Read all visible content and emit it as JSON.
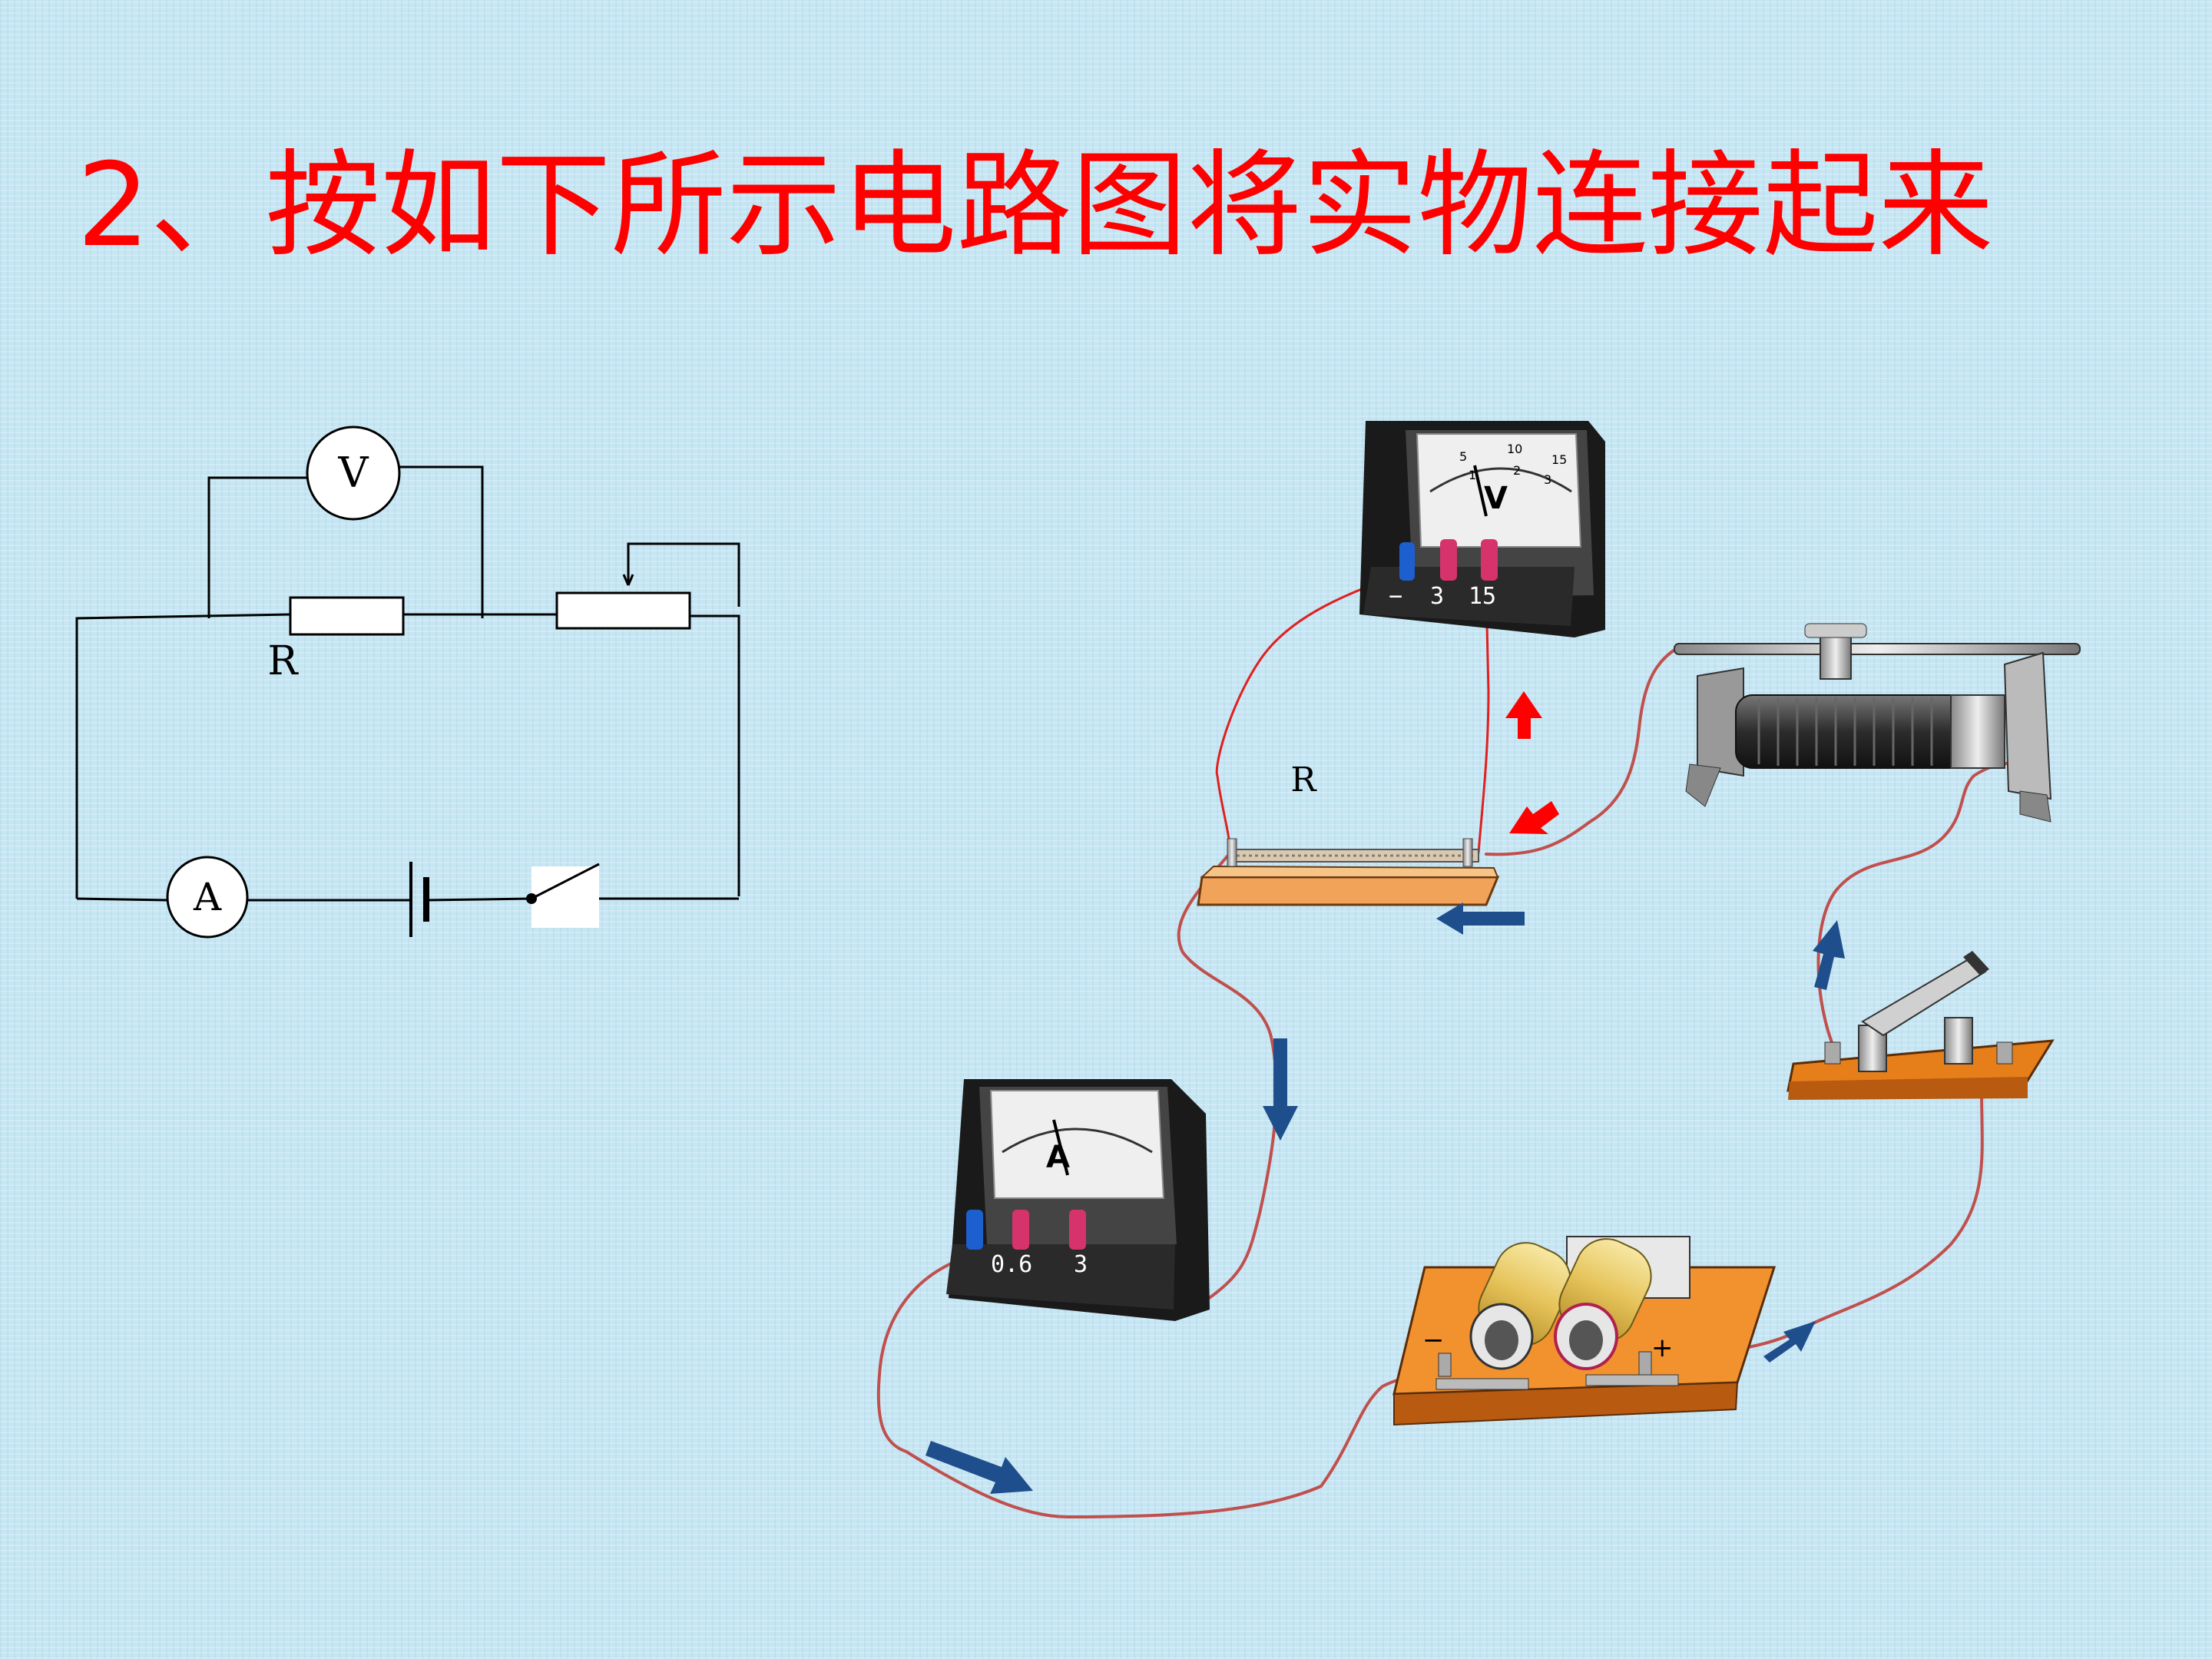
{
  "title": "2、按如下所示电路图将实物连接起来",
  "schematic": {
    "voltmeter_symbol": "V",
    "ammeter_symbol": "A",
    "resistor_label": "R"
  },
  "apparatus": {
    "voltmeter": {
      "needle_label": "V",
      "terminals": [
        "−",
        "3",
        "15"
      ],
      "scale_ticks": [
        "5",
        "10",
        "15",
        "1",
        "2",
        "3"
      ]
    },
    "ammeter": {
      "needle_label": "A",
      "terminals": [
        "0.6",
        "3"
      ]
    },
    "resistor_label": "R",
    "battery_box": {
      "negative": "−",
      "positive": "+"
    }
  },
  "colors": {
    "title": "#ff0000",
    "wire": "#c0504d",
    "voltmeter_wire": "#e02020",
    "current_arrow": "#1f4e8c",
    "voltage_arrow": "#ff0000",
    "board": "#f2922f"
  },
  "icons": {
    "current_arrows": "blue-arrow-icon",
    "voltage_arrows": "red-arrow-icon"
  }
}
